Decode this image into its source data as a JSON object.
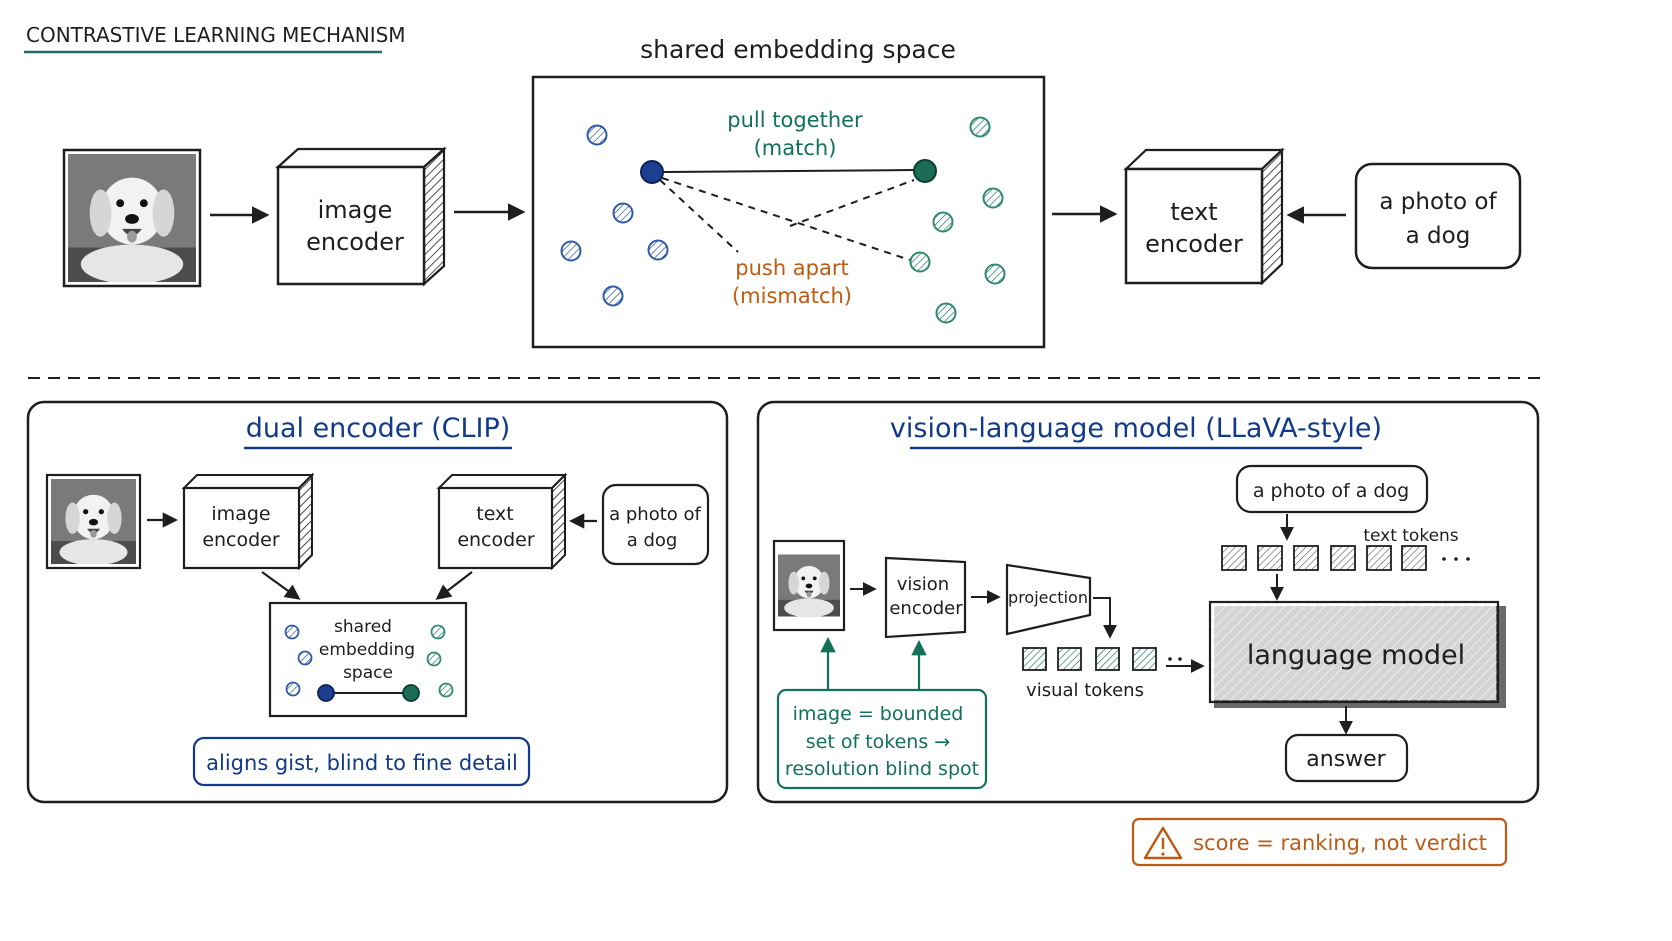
{
  "header": {
    "title": "CONTRASTIVE LEARNING MECHANISM"
  },
  "top": {
    "image_encoder": [
      "image",
      "encoder"
    ],
    "embedding_title": "shared embedding space",
    "pull_label": [
      "pull together",
      "(match)"
    ],
    "push_label": [
      "push apart",
      "(mismatch)"
    ],
    "text_encoder": [
      "text",
      "encoder"
    ],
    "caption": [
      "a photo of",
      "a dog"
    ]
  },
  "clip": {
    "title": "dual encoder (CLIP)",
    "image_encoder": [
      "image",
      "encoder"
    ],
    "text_encoder": [
      "text",
      "encoder"
    ],
    "caption": [
      "a photo of",
      "a dog"
    ],
    "embedding": [
      "shared",
      "embedding",
      "space"
    ],
    "note": "aligns gist, blind to fine detail"
  },
  "vlm": {
    "title": "vision-language model (LLaVA-style)",
    "caption": "a photo of a dog",
    "text_tokens": "text tokens",
    "vision_encoder": [
      "vision",
      "encoder"
    ],
    "projection": "projection",
    "visual_tokens": "visual tokens",
    "language_model": "language model",
    "answer": "answer",
    "note": [
      "image = bounded",
      "set of tokens →",
      "resolution blind spot"
    ]
  },
  "warning": "score = ranking, not verdict",
  "colors": {
    "ink": "#1e1e1e",
    "blue": "#123a8c",
    "green": "#13705a",
    "orange": "#c05a12",
    "teal_rule": "#1f6b6b"
  }
}
